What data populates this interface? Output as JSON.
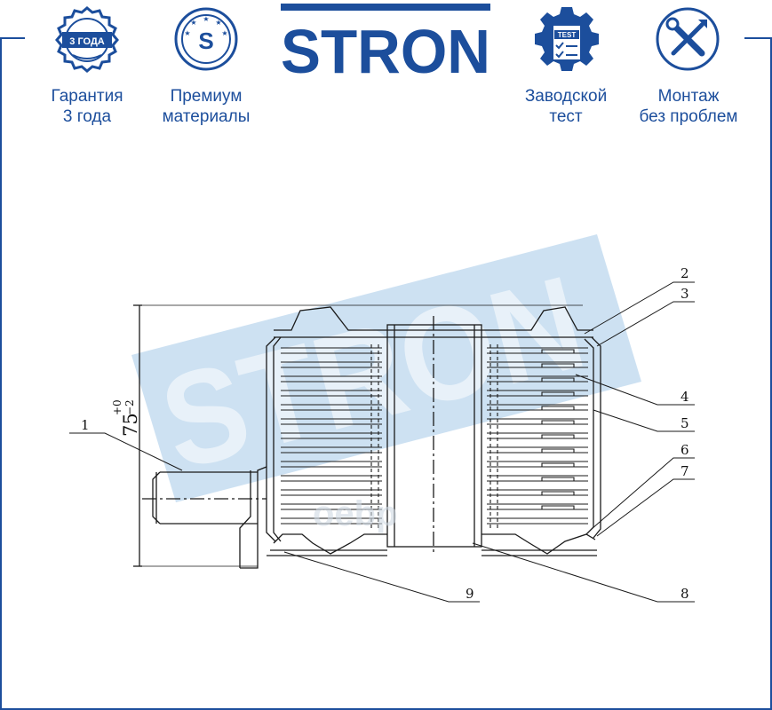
{
  "brand": {
    "logo_text": "STRON",
    "color": "#1c4e9c",
    "watermark_text": "STRON",
    "watermark_color": "#bcd7ee"
  },
  "badges": [
    {
      "icon": "shield-badge-icon",
      "stamp": "3 ГОДА",
      "line1": "Гарантия",
      "line2": "3 года"
    },
    {
      "icon": "star-seal-icon",
      "stamp": "S",
      "line1": "Премиум",
      "line2": "материалы"
    },
    {
      "icon": "gear-test-icon",
      "stamp": "TEST",
      "line1": "Заводской",
      "line2": "тест"
    },
    {
      "icon": "tools-icon",
      "stamp": "",
      "line1": "Монтаж",
      "line2": "без проблем"
    }
  ],
  "drawing": {
    "dimension": {
      "value": "75",
      "tol_upper": "+0",
      "tol_lower": "−2"
    },
    "callouts": [
      "1",
      "2",
      "3",
      "4",
      "5",
      "6",
      "7",
      "8",
      "9"
    ],
    "overlay_text": "oebp"
  }
}
